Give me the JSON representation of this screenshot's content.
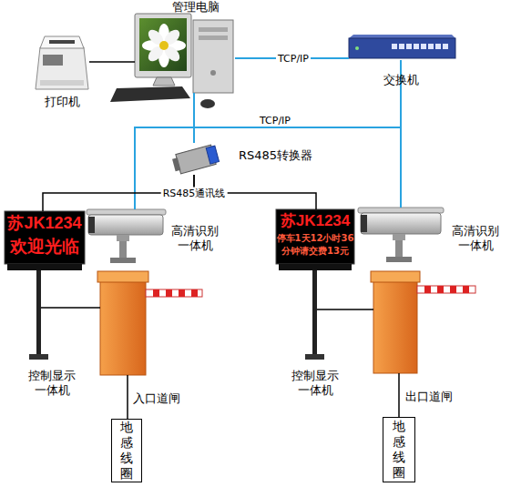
{
  "diagram": {
    "nodes": [
      {
        "text": [
          "管理电脑"
        ]
      },
      {
        "text": [
          "打印机"
        ]
      },
      {
        "text": [
          "交换机"
        ]
      },
      {
        "text": [
          "RS485转换器"
        ]
      },
      {
        "text": [
          "苏JK1234",
          "欢迎光临",
          "控制显示 一体机"
        ]
      },
      {
        "text": [
          "高清识别 一体机"
        ]
      },
      {
        "text": [
          "苏JK1234",
          "停车1天12小时36 分钟请交费13元",
          "控制显示 一体机"
        ]
      },
      {
        "text": [
          "高清识别 一体机"
        ]
      },
      {
        "text": [
          "入口道闸"
        ]
      },
      {
        "text": [
          "地感线圈"
        ]
      },
      {
        "text": [
          "出口道闸"
        ]
      },
      {
        "text": [
          "地感线圈"
        ]
      }
    ],
    "edges": [
      {
        "from": 1,
        "to": 0,
        "arrow": "none"
      },
      {
        "from": 0,
        "to": 2,
        "label": "TCP/IP",
        "arrow": "none"
      },
      {
        "from": 5,
        "to": 2,
        "label": "TCP/IP",
        "arrow": "none"
      },
      {
        "from": 7,
        "to": 2,
        "arrow": "none"
      },
      {
        "from": 0,
        "to": 3,
        "arrow": "none"
      },
      {
        "from": 3,
        "to": 4,
        "label": "RS485通讯线",
        "arrow": "none"
      },
      {
        "from": 3,
        "to": 6,
        "arrow": "none"
      },
      {
        "from": 8,
        "to": 9,
        "arrow": "none"
      },
      {
        "from": 10,
        "to": 11,
        "arrow": "none"
      }
    ]
  }
}
